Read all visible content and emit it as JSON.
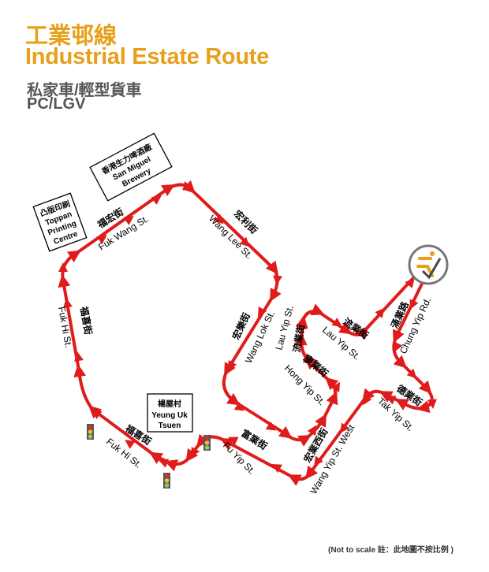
{
  "header": {
    "title_zh": "工業邨線",
    "title_en": "Industrial Estate Route",
    "vehicle_zh": "私家車/輕型貨車",
    "vehicle_en": "PC/LGV"
  },
  "landmarks": {
    "toppan": [
      "凸版印刷",
      "Toppan",
      "Printing",
      "Centre"
    ],
    "san_miguel": [
      "香港生力啤酒廠",
      "San Miguel",
      "Brewery"
    ],
    "yeung_uk": [
      "楊屋村",
      "Yeung Uk",
      "Tsuen"
    ]
  },
  "streets": {
    "fuk_wang_zh": "福宏街",
    "fuk_wang_en": "Fuk Wang St.",
    "wang_lee_zh": "宏利街",
    "wang_lee_en": "Wang Lee St.",
    "wang_lok_zh": "宏樂街",
    "wang_lok_en": "Wang Lok St.",
    "fuk_hi_zh": "福喜街",
    "fuk_hi_en": "Fuk Hi St.",
    "fuk_hi2_zh": "福喜街",
    "fuk_hi2_en": "Fuk Hi St.",
    "fu_yip_zh": "富業街",
    "fu_yip_en": "Fu Yip St.",
    "hong_yip_zh": "康業街",
    "hong_yip_en": "Hong Yip St.",
    "lau_yip_zh": "流業街",
    "lau_yip_en": "Lau Yip St.",
    "lau_yip2_zh": "流業街",
    "lau_yip2_en": "Lau Yip St.",
    "chung_yip_zh": "涌業路",
    "chung_yip_en": "Chung Yip Rd.",
    "tak_yip_zh": "德業街",
    "tak_yip_en": "Tak Yip St.",
    "wang_yip_w_zh": "宏業西街",
    "wang_yip_w_en": "Wang Yip St. West"
  },
  "note": "(Not to scale 註：此地圖不按比例 )",
  "colors": {
    "route": "#e01b1b",
    "title": "#e6a019",
    "subtitle": "#555555"
  }
}
